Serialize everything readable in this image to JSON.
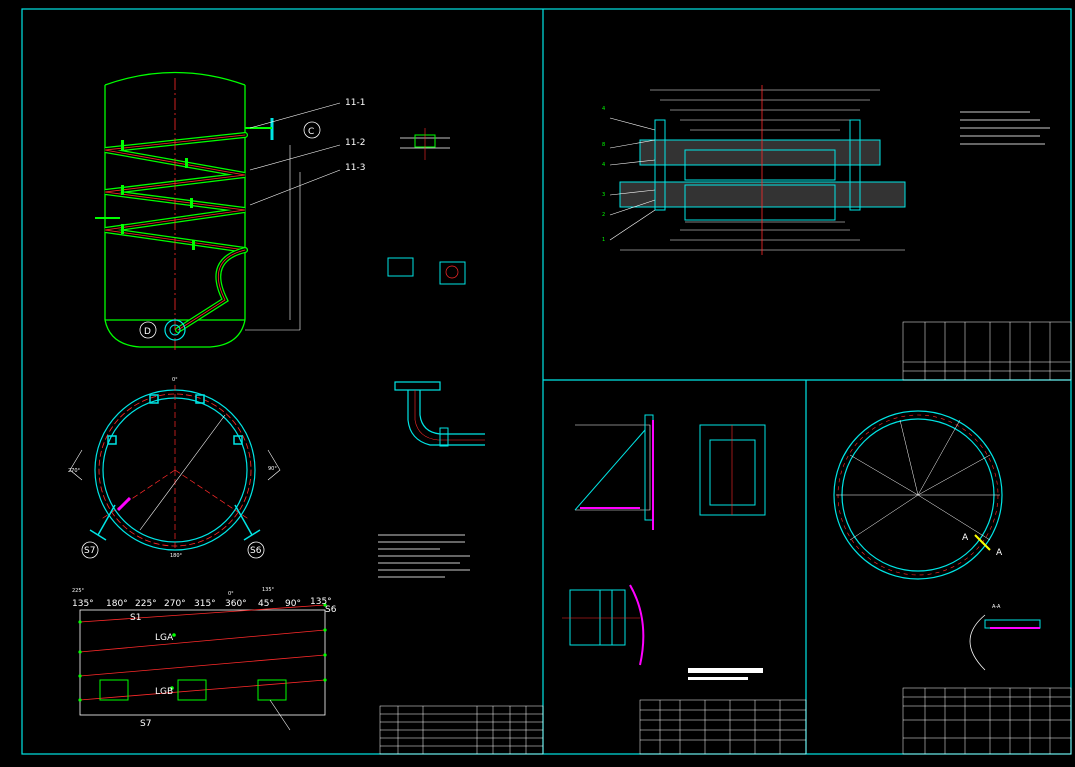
{
  "colors": {
    "background": "#000000",
    "frame": "#00e5e5",
    "pipe": "#00ff00",
    "center_line": "#ff2a2a",
    "dimension": "#ffffff",
    "callout_number": "#00ff00",
    "hatch": "#ff00ff",
    "section_marker": "#ffff00"
  },
  "drawing": {
    "coil_callouts": [
      "11-1",
      "11-2",
      "11-3"
    ],
    "nozzle_callouts": [
      "C",
      "D"
    ],
    "plan_view": {
      "angle_top": "0°",
      "angle_left": "270°",
      "angle_right": "90°",
      "angle_bottom": "180°",
      "nozzle_left": "S7",
      "nozzle_right": "S6"
    },
    "development_view": {
      "angles_top": [
        "135°",
        "180°",
        "225°",
        "270°",
        "315°",
        "360°",
        "45°",
        "90°",
        "135°"
      ],
      "angles_top_small": [
        "225°",
        "135°"
      ],
      "angle_zero": "0°",
      "labels": [
        "S1",
        "S6",
        "S7",
        "LGA",
        "LGB"
      ]
    },
    "flange_part_numbers": [
      "4",
      "8",
      "4",
      "3",
      "2",
      "1"
    ],
    "section_marker": "A",
    "section_label": "A-A"
  }
}
